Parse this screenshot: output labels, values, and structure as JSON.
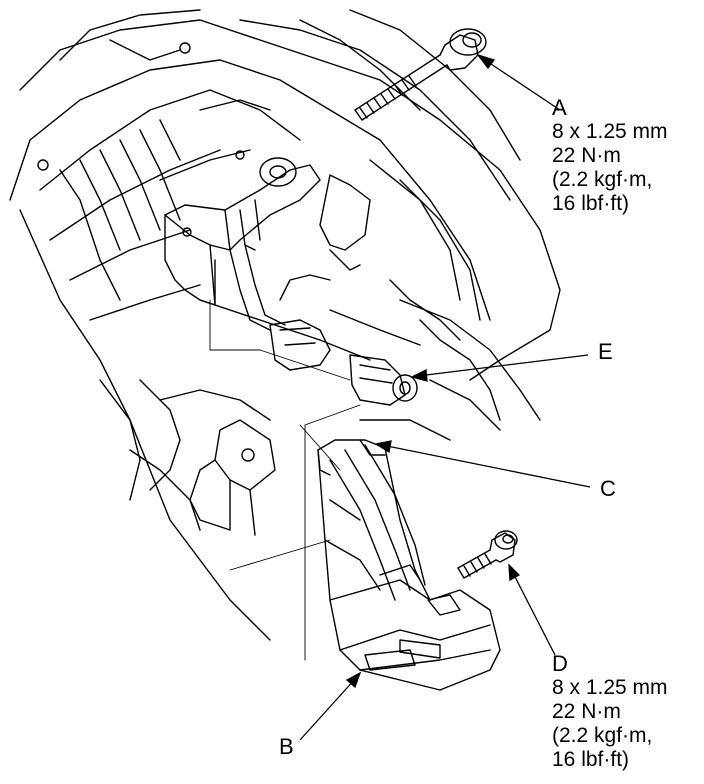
{
  "callouts": {
    "a": {
      "letter": "A",
      "spec": "8 x 1.25 mm",
      "torque_nm": "22 N·m",
      "torque_kgf": "(2.2 kgf·m,",
      "torque_lbf": "16 lbf·ft)"
    },
    "b": {
      "letter": "B"
    },
    "c": {
      "letter": "C"
    },
    "d": {
      "letter": "D",
      "spec": "8 x 1.25 mm",
      "torque_nm": "22 N·m",
      "torque_kgf": "(2.2 kgf·m,",
      "torque_lbf": "16 lbf·ft)"
    },
    "e": {
      "letter": "E"
    }
  },
  "colors": {
    "line": "#000000",
    "background": "#ffffff"
  }
}
